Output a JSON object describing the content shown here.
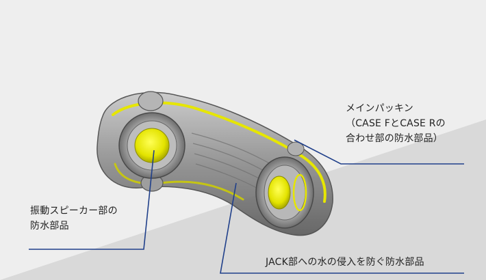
{
  "labels": {
    "packing_line1": "メインパッキン",
    "packing_line2": "（CASE FとCASE Rの",
    "packing_line3": "合わせ部の防水部品）",
    "speaker_line1": "振動スピーカー部の",
    "speaker_line2": "防水部品",
    "jack": "JACK部への水の侵入を防ぐ防水部品"
  },
  "colors": {
    "background": "#eeeeee",
    "band": "#d9d9d9",
    "leader_line": "#1f3f8a",
    "gasket_yellow": "#e6e600",
    "body_gray": "#9a9a9a"
  }
}
